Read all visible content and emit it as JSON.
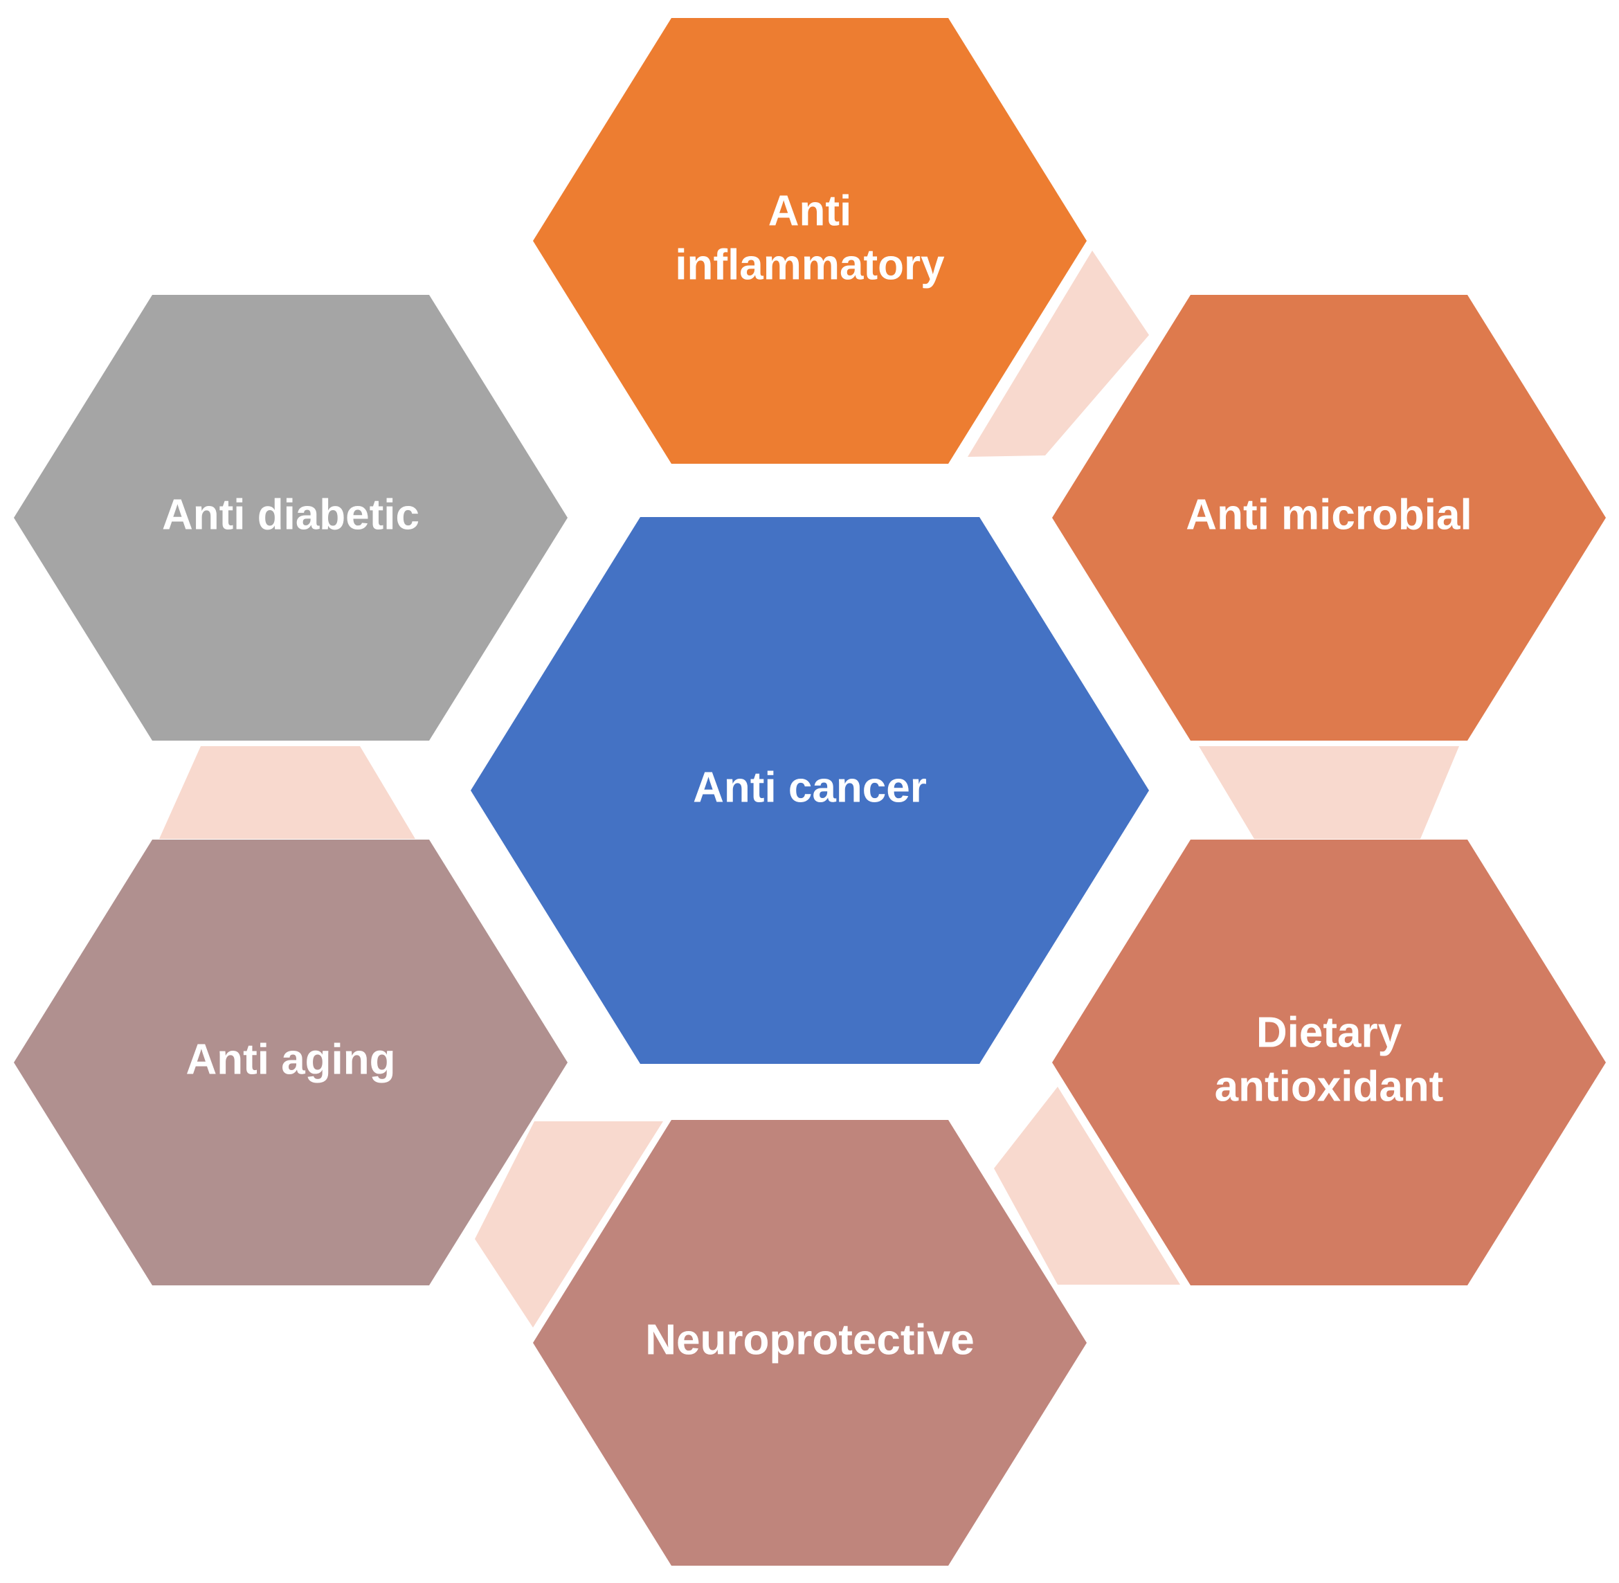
{
  "center": {
    "lines": [
      "Anti cancer"
    ],
    "color": "#4472C4"
  },
  "outer": [
    {
      "id": "anti-inflammatory",
      "lines": [
        "Anti",
        "inflammatory"
      ],
      "color": "#ED7D31"
    },
    {
      "id": "anti-microbial",
      "lines": [
        "Anti microbial"
      ],
      "color": "#DE7A4D"
    },
    {
      "id": "dietary-antioxidant",
      "lines": [
        "Dietary",
        "antioxidant"
      ],
      "color": "#D27C62"
    },
    {
      "id": "neuroprotective",
      "lines": [
        "Neuroprotective"
      ],
      "color": "#BF857C"
    },
    {
      "id": "anti-aging",
      "lines": [
        "Anti aging"
      ],
      "color": "#B0908F"
    },
    {
      "id": "anti-diabetic",
      "lines": [
        "Anti diabetic"
      ],
      "color": "#A5A5A5"
    }
  ],
  "connector_color": "#F8D9CE"
}
